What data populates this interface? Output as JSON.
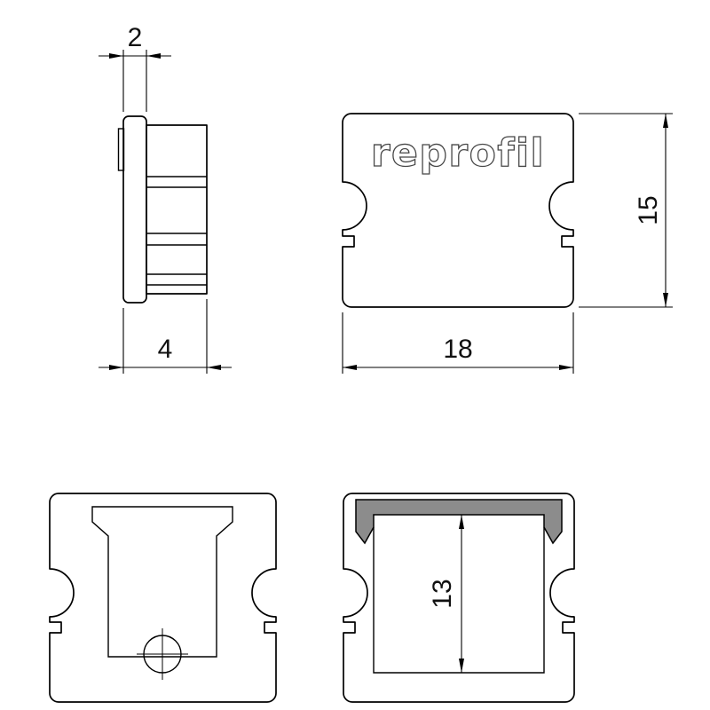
{
  "drawing": {
    "logo": "reprofil",
    "dims": {
      "flange_width": "2",
      "cap_depth": "4",
      "cap_width": "18",
      "cap_height": "15",
      "inner_height": "13"
    },
    "colors": {
      "line": "#000000",
      "profile_fill": "#8c8c8c",
      "logo_stroke": "#474747",
      "background": "#ffffff"
    }
  }
}
